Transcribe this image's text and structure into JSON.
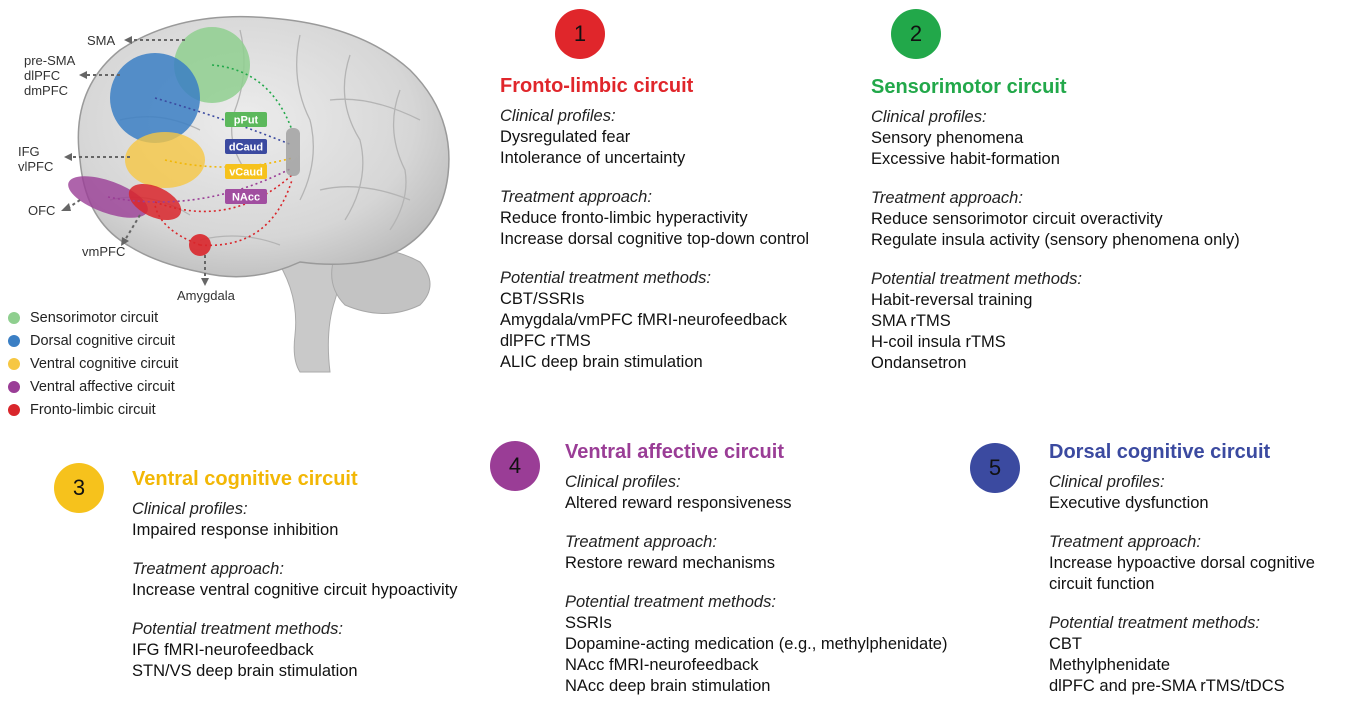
{
  "brain": {
    "labels": {
      "sma": "SMA",
      "presma": "pre-SMA",
      "dlpfc": "dlPFC",
      "dmpfc": "dmPFC",
      "ifg": "IFG",
      "vlpfc": "vlPFC",
      "ofc": "OFC",
      "vmpfc": "vmPFC",
      "amygdala": "Amygdala"
    },
    "striatum": [
      "pPut",
      "dCaud",
      "vCaud",
      "NAcc"
    ]
  },
  "colors": {
    "sensorimotor": "#8fcf8f",
    "dorsal": "#3b7fc4",
    "ventral_cog": "#f6c743",
    "ventral_aff": "#9a3d96",
    "limbic": "#d9262b",
    "title_red": "#e0262b",
    "title_green": "#22a84a",
    "title_yellow": "#f2b705",
    "title_purple": "#9a3d96",
    "title_blue": "#3b4aa0"
  },
  "legend": [
    {
      "label": "Sensorimotor circuit",
      "color": "#8fcf8f"
    },
    {
      "label": "Dorsal cognitive circuit",
      "color": "#3b7fc4"
    },
    {
      "label": "Ventral cognitive circuit",
      "color": "#f6c743"
    },
    {
      "label": "Ventral affective circuit",
      "color": "#9a3d96"
    },
    {
      "label": "Fronto-limbic circuit",
      "color": "#d9262b"
    }
  ],
  "circuits": [
    {
      "number": "1",
      "title": "Fronto-limbic circuit",
      "badge_color": "#e0262b",
      "title_color": "#e0262b",
      "sections": [
        {
          "heading": "Clinical profiles:",
          "lines": [
            "Dysregulated fear",
            "Intolerance of uncertainty"
          ]
        },
        {
          "heading": "Treatment approach:",
          "lines": [
            "Reduce fronto-limbic hyperactivity",
            "Increase dorsal cognitive top-down control"
          ]
        },
        {
          "heading": "Potential treatment methods:",
          "lines": [
            "CBT/SSRIs",
            "Amygdala/vmPFC fMRI-neurofeedback",
            "dlPFC rTMS",
            "ALIC deep brain stimulation"
          ]
        }
      ]
    },
    {
      "number": "2",
      "title": "Sensorimotor circuit",
      "badge_color": "#22a84a",
      "title_color": "#22a84a",
      "sections": [
        {
          "heading": "Clinical profiles:",
          "lines": [
            "Sensory phenomena",
            "Excessive habit-formation"
          ]
        },
        {
          "heading": "Treatment approach:",
          "lines": [
            "Reduce sensorimotor circuit overactivity",
            "Regulate insula activity (sensory phenomena only)"
          ]
        },
        {
          "heading": "Potential treatment methods:",
          "lines": [
            "Habit-reversal training",
            "SMA rTMS",
            "H-coil insula rTMS",
            "Ondansetron"
          ]
        }
      ]
    },
    {
      "number": "3",
      "title": "Ventral cognitive circuit",
      "badge_color": "#f6c21c",
      "title_color": "#f2b705",
      "sections": [
        {
          "heading": "Clinical profiles:",
          "lines": [
            "Impaired response inhibition"
          ]
        },
        {
          "heading": "Treatment approach:",
          "lines": [
            "Increase ventral cognitive circuit hypoactivity"
          ]
        },
        {
          "heading": "Potential treatment methods:",
          "lines": [
            "IFG fMRI-neurofeedback",
            "STN/VS deep brain stimulation"
          ]
        }
      ]
    },
    {
      "number": "4",
      "title": "Ventral affective circuit",
      "badge_color": "#9a3d96",
      "title_color": "#9a3d96",
      "sections": [
        {
          "heading": "Clinical profiles:",
          "lines": [
            "Altered reward responsiveness"
          ]
        },
        {
          "heading": "Treatment approach:",
          "lines": [
            "Restore reward mechanisms"
          ]
        },
        {
          "heading": "Potential treatment methods:",
          "lines": [
            "SSRIs",
            "Dopamine-acting medication (e.g., methylphenidate)",
            "NAcc fMRI-neurofeedback",
            "NAcc deep brain stimulation"
          ]
        }
      ]
    },
    {
      "number": "5",
      "title": "Dorsal cognitive circuit",
      "badge_color": "#3b4aa0",
      "title_color": "#3b4aa0",
      "sections": [
        {
          "heading": "Clinical profiles:",
          "lines": [
            "Executive dysfunction"
          ]
        },
        {
          "heading": "Treatment approach:",
          "lines": [
            "Increase hypoactive dorsal cognitive",
            "circuit function"
          ]
        },
        {
          "heading": "Potential treatment methods:",
          "lines": [
            "CBT",
            "Methylphenidate",
            "dlPFC and pre-SMA rTMS/tDCS"
          ]
        }
      ]
    }
  ]
}
